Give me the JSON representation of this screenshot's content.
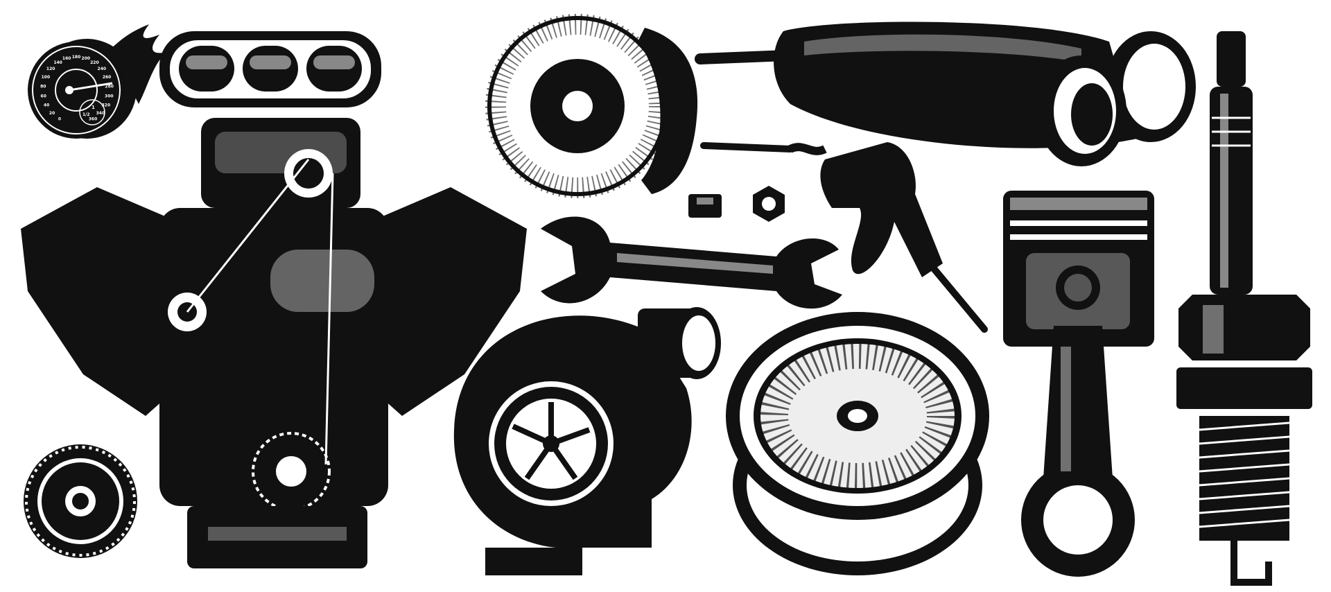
{
  "colors": {
    "ink": "#111111",
    "background": "#ffffff"
  },
  "speedometer": {
    "speed_labels": [
      "0",
      "20",
      "40",
      "60",
      "80",
      "100",
      "120",
      "140",
      "160",
      "180",
      "200",
      "220",
      "240",
      "260",
      "280",
      "300",
      "320",
      "340",
      "360"
    ],
    "fuel_labels": [
      "1",
      "1/2"
    ],
    "icon": "fuel-pump-icon"
  }
}
